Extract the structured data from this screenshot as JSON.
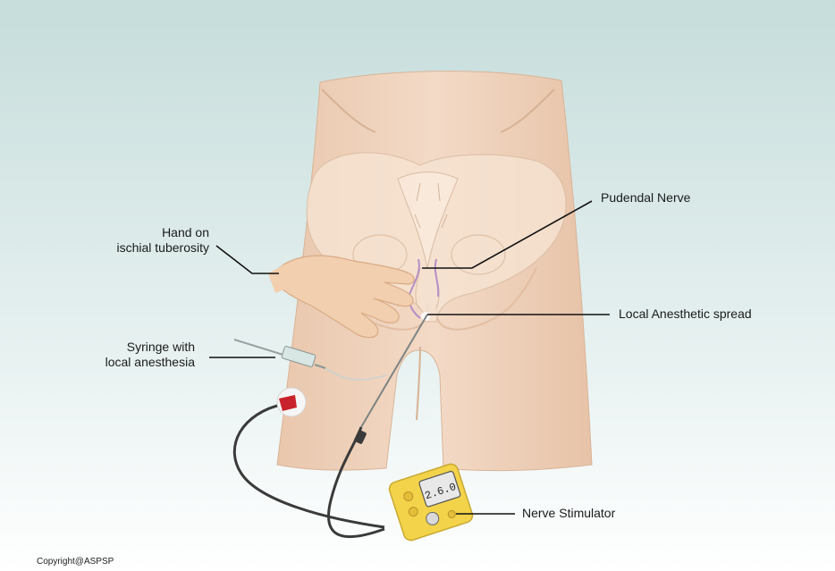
{
  "labels": {
    "hand_line1": "Hand on",
    "hand_line2": "ischial tuberosity",
    "pudendal": "Pudendal Nerve",
    "local_spread": "Local Anesthetic spread",
    "syringe_line1": "Syringe with",
    "syringe_line2": "local anesthesia",
    "stimulator": "Nerve Stimulator"
  },
  "device": {
    "display": "2.6.0"
  },
  "copyright": "Copyright@ASPSP",
  "colors": {
    "background_top": "#c9dfdd",
    "background_bottom": "#ffffff",
    "skin": "#f1d6c0",
    "skin_shadow": "#e2bfa4",
    "bone": "#f7e6d6",
    "nerve": "#b98fc9",
    "device": "#f3d34a",
    "electrode": "#c8232c",
    "cable": "#3a3a3a"
  }
}
